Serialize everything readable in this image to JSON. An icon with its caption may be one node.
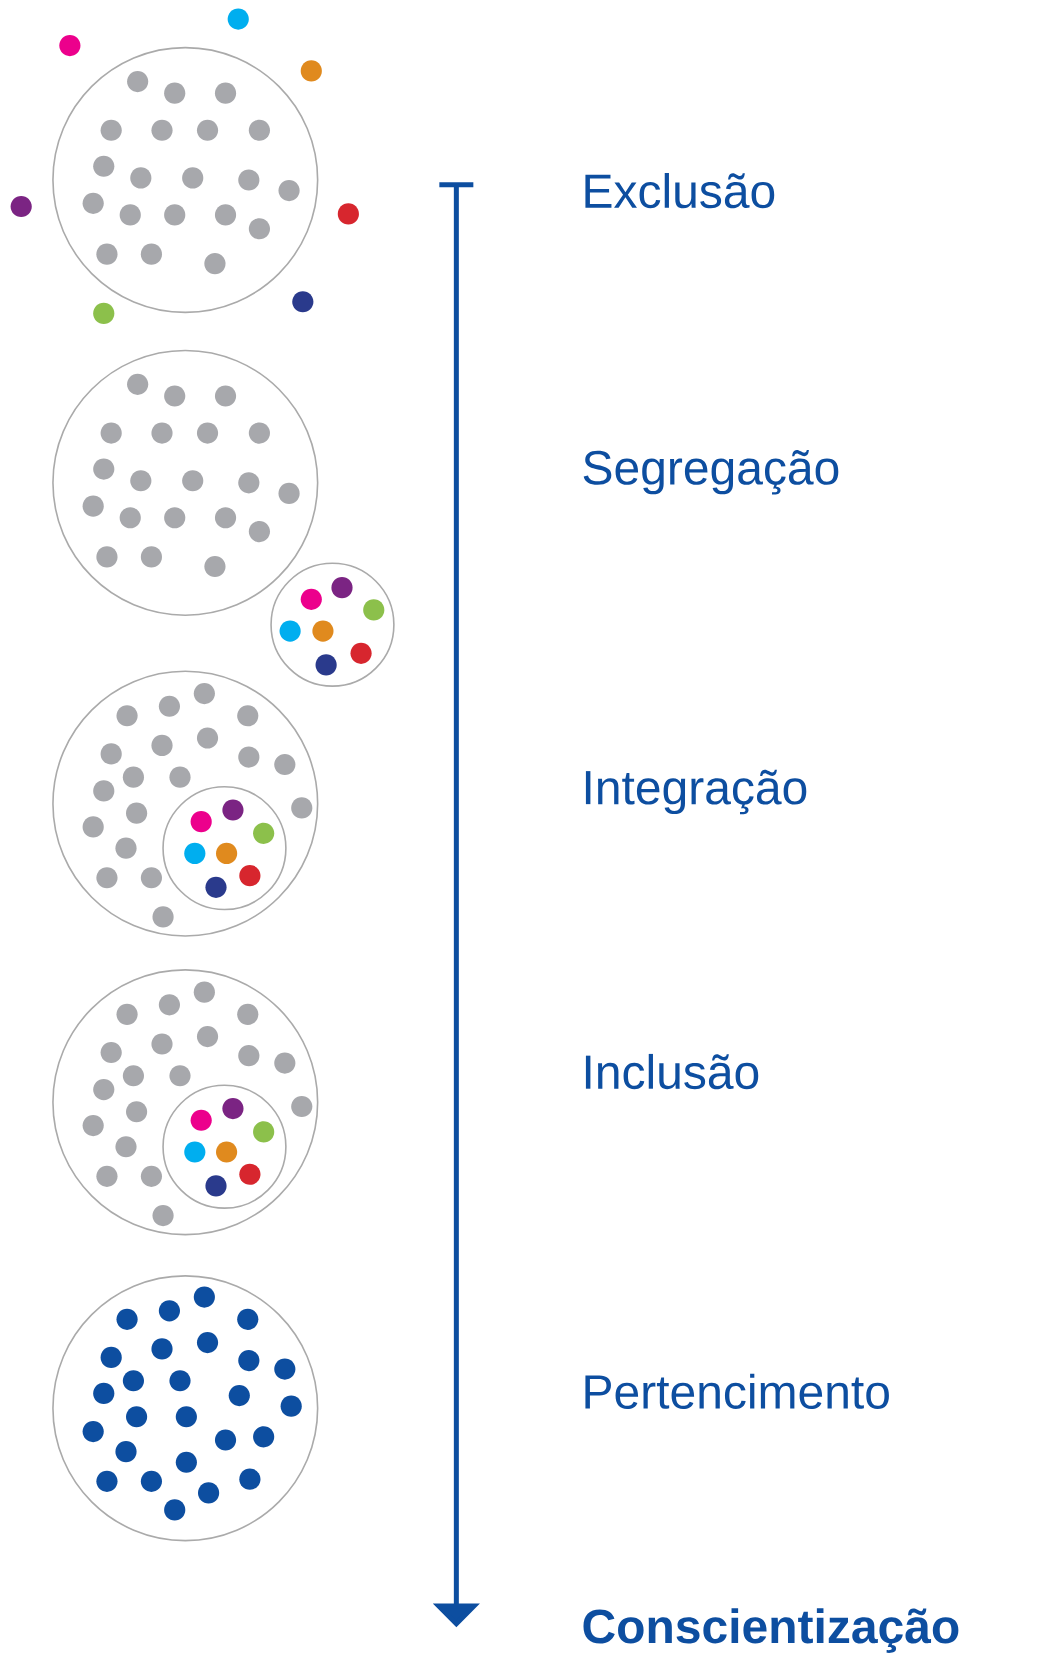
{
  "diagram": {
    "labels": [
      "Exclusão",
      "Segregação",
      "Integração",
      "Inclusão",
      "Pertencimento",
      "Conscientização"
    ]
  }
}
